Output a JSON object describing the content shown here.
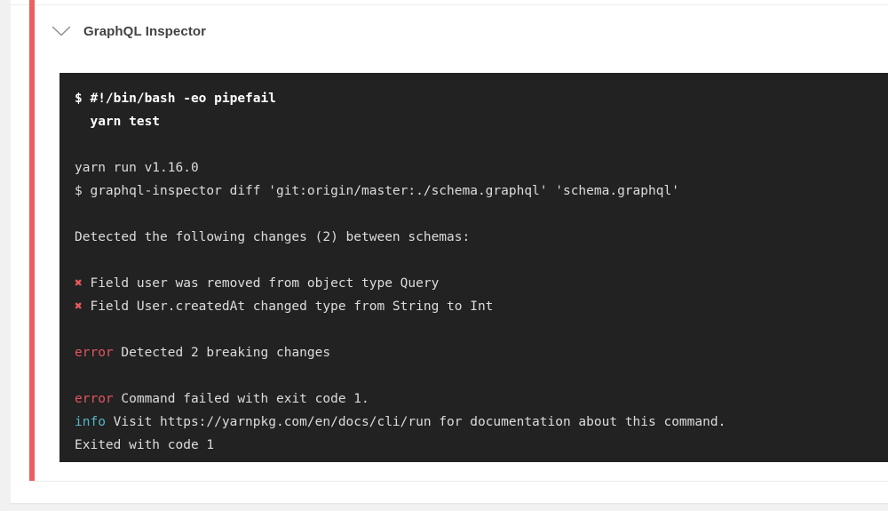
{
  "theme": {
    "page_background": "#f1f1f1",
    "card_background": "#ffffff",
    "status_accent": "#ec5f5f",
    "terminal_background": "#222222",
    "terminal_text": "#e3e3e3",
    "error_color": "#e05561",
    "info_color": "#56b6c2",
    "title_color": "#434343"
  },
  "step": {
    "title": "GraphQL Inspector",
    "collapse_icon": "chevron-down-icon",
    "status": "failed"
  },
  "terminal": {
    "lines": [
      {
        "type": "command",
        "prompt": "$",
        "text": "#!/bin/bash -eo pipefail"
      },
      {
        "type": "command",
        "prompt": "",
        "text": "  yarn test"
      },
      {
        "type": "blank",
        "text": ""
      },
      {
        "type": "output",
        "text": "yarn run v1.16.0"
      },
      {
        "type": "output",
        "text": "$ graphql-inspector diff 'git:origin/master:./schema.graphql' 'schema.graphql'"
      },
      {
        "type": "blank",
        "text": ""
      },
      {
        "type": "output",
        "text": "Detected the following changes (2) between schemas:"
      },
      {
        "type": "blank",
        "text": ""
      },
      {
        "type": "change",
        "marker": "✖",
        "text": " Field user was removed from object type Query"
      },
      {
        "type": "change",
        "marker": "✖",
        "text": " Field User.createdAt changed type from String to Int"
      },
      {
        "type": "blank",
        "text": ""
      },
      {
        "type": "labeled",
        "label": "error",
        "label_kind": "error",
        "text": " Detected 2 breaking changes"
      },
      {
        "type": "blank",
        "text": ""
      },
      {
        "type": "labeled",
        "label": "error",
        "label_kind": "error",
        "text": " Command failed with exit code 1."
      },
      {
        "type": "labeled",
        "label": "info",
        "label_kind": "info",
        "text": " Visit https://yarnpkg.com/en/docs/cli/run for documentation about this command."
      },
      {
        "type": "output",
        "text": "Exited with code 1"
      }
    ]
  }
}
